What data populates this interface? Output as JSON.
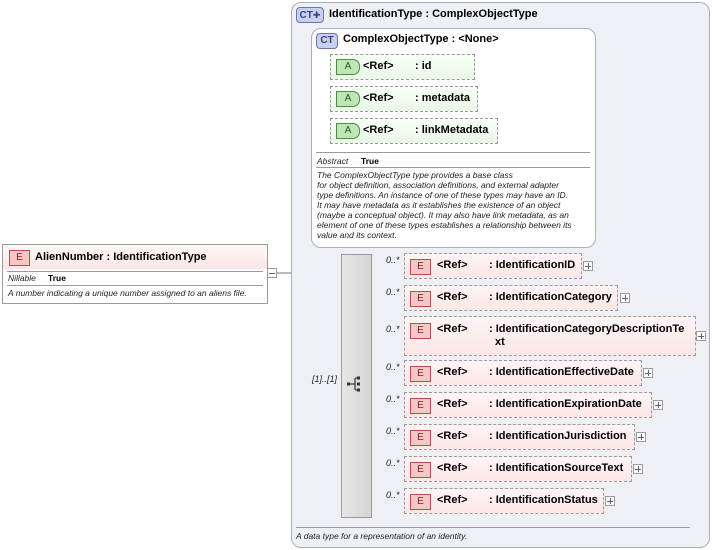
{
  "root_element": {
    "badge": "E",
    "title": "AlienNumber : IdentificationType",
    "property_label": "Nillable",
    "property_value": "True",
    "description": "A number indicating a unique number assigned to an aliens file."
  },
  "outer_type": {
    "badge": "CT",
    "title": "IdentificationType : ComplexObjectType",
    "description": "A data type for a representation of an identity."
  },
  "base_type": {
    "badge": "CT",
    "title": "ComplexObjectType : <None>",
    "attributes": [
      {
        "badge": "A",
        "ref": "<Ref>",
        "name": ": id"
      },
      {
        "badge": "A",
        "ref": "<Ref>",
        "name": ": metadata"
      },
      {
        "badge": "A",
        "ref": "<Ref>",
        "name": ": linkMetadata"
      }
    ],
    "property_label": "Abstract",
    "property_value": "True",
    "description_lines": [
      "The ComplexObjectType type provides a base class",
      "for object definition, association definitions, and external adapter",
      "type definitions. An instance of one of these types may have an ID.",
      "It may have metadata as it establishes the existence of an object",
      "(maybe a conceptual object). It may also have link metadata, as an",
      "element of one of these types establishes a relationship between its",
      "value and its context."
    ]
  },
  "sequence": {
    "occurrence": "[1]..[1]",
    "elements": [
      {
        "occ": "0..*",
        "badge": "E",
        "ref": "<Ref>",
        "name_lines": [
          ": IdentificationID"
        ]
      },
      {
        "occ": "0..*",
        "badge": "E",
        "ref": "<Ref>",
        "name_lines": [
          ": IdentificationCategory"
        ]
      },
      {
        "occ": "0..*",
        "badge": "E",
        "ref": "<Ref>",
        "name_lines": [
          ": IdentificationCategoryDescriptionTe",
          "xt"
        ]
      },
      {
        "occ": "0..*",
        "badge": "E",
        "ref": "<Ref>",
        "name_lines": [
          ": IdentificationEffectiveDate"
        ]
      },
      {
        "occ": "0..*",
        "badge": "E",
        "ref": "<Ref>",
        "name_lines": [
          ": IdentificationExpirationDate"
        ]
      },
      {
        "occ": "0..*",
        "badge": "E",
        "ref": "<Ref>",
        "name_lines": [
          ": IdentificationJurisdiction"
        ]
      },
      {
        "occ": "0..*",
        "badge": "E",
        "ref": "<Ref>",
        "name_lines": [
          ": IdentificationSourceText"
        ]
      },
      {
        "occ": "0..*",
        "badge": "E",
        "ref": "<Ref>",
        "name_lines": [
          ": IdentificationStatus"
        ]
      }
    ]
  },
  "colors": {
    "element_fill": "#fbe6e6",
    "attribute_fill": "#e9f7e6",
    "type_fill": "#eef0f5",
    "outline": "#9b9b9b"
  }
}
